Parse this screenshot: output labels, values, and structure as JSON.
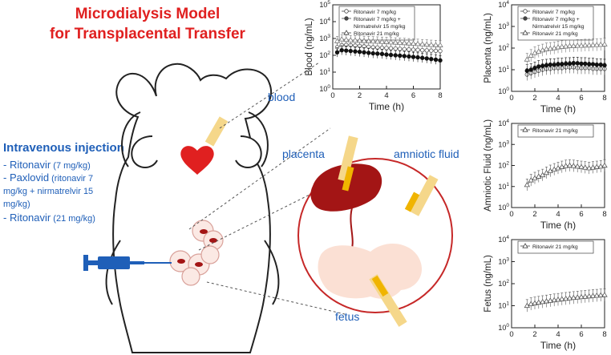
{
  "figure": {
    "title_line1": "Microdialysis Model",
    "title_line2": "for Transplacental Transfer",
    "labels": {
      "blood": "blood",
      "placenta": "placenta",
      "amniotic_fluid": "amniotic fluid",
      "fetus": "fetus"
    },
    "injection": {
      "heading": "Intravenous injection",
      "items": [
        {
          "main": "- Ritonavir",
          "detail": " (7 mg/kg)"
        },
        {
          "main": "- Paxlovid",
          "detail": " (ritonavir 7"
        },
        {
          "main": "",
          "detail": "mg/kg + nirmatrelvir 15"
        },
        {
          "main": "",
          "detail": "mg/kg)"
        },
        {
          "main": "- Ritonavir",
          "detail": " (21 mg/kg)"
        }
      ]
    },
    "colors": {
      "title": "#e02020",
      "label_blue": "#1f5fb8",
      "heart": "#e02020",
      "placenta": "#a31515",
      "syringe": "#1f5fb8",
      "probe": "#f5d78a"
    },
    "icons": [
      "rat-illustration",
      "heart-icon",
      "syringe-icon",
      "microdialysis-probe-icon",
      "fetus-illustration"
    ]
  },
  "chart_data": [
    {
      "type": "line",
      "id": "blood",
      "xlabel": "Time (h)",
      "ylabel": "Blood (ng/mL)",
      "xlim": [
        0,
        8
      ],
      "xticks": [
        "0",
        "2",
        "4",
        "6",
        "8"
      ],
      "ylim_log10": [
        0,
        5
      ],
      "yticks": [
        "10^0",
        "10^1",
        "10^2",
        "10^3",
        "10^4",
        "10^5"
      ],
      "legend": [
        "Ritonavir 7 mg/kg",
        "Ritonavir 7 mg/kg +",
        "Nirmatrelvir 15 mg/kg",
        "Ritonavir 21 mg/kg"
      ],
      "legend_position": "top",
      "series": [
        {
          "name": "Ritonavir 7 mg/kg",
          "marker": "open-circle",
          "x": [
            0.33,
            0.67,
            1,
            1.33,
            1.67,
            2,
            2.33,
            2.67,
            3,
            3.33,
            3.67,
            4,
            4.33,
            4.67,
            5,
            5.33,
            5.67,
            6,
            6.33,
            6.67,
            7,
            7.33,
            7.67,
            8
          ],
          "y": [
            300,
            400,
            420,
            400,
            380,
            360,
            340,
            320,
            300,
            290,
            280,
            270,
            260,
            250,
            240,
            230,
            220,
            215,
            210,
            200,
            195,
            190,
            185,
            180
          ]
        },
        {
          "name": "Ritonavir 7 mg/kg + Nirmatrelvir 15 mg/kg",
          "marker": "filled-circle",
          "x": [
            0.33,
            0.67,
            1,
            1.33,
            1.67,
            2,
            2.33,
            2.67,
            3,
            3.33,
            3.67,
            4,
            4.33,
            4.67,
            5,
            5.33,
            5.67,
            6,
            6.33,
            6.67,
            7,
            7.33,
            7.67,
            8
          ],
          "y": [
            150,
            200,
            190,
            180,
            170,
            160,
            150,
            140,
            130,
            125,
            120,
            110,
            105,
            100,
            95,
            90,
            85,
            80,
            75,
            70,
            65,
            60,
            55,
            50
          ]
        },
        {
          "name": "Ritonavir 21 mg/kg",
          "marker": "open-triangle",
          "x": [
            0.33,
            0.67,
            1,
            1.33,
            1.67,
            2,
            2.33,
            2.67,
            3,
            3.33,
            3.67,
            4,
            4.33,
            4.67,
            5,
            5.33,
            5.67,
            6,
            6.33,
            6.67,
            7,
            7.33,
            7.67,
            8
          ],
          "y": [
            700,
            900,
            850,
            800,
            780,
            750,
            720,
            700,
            680,
            660,
            640,
            620,
            600,
            580,
            560,
            540,
            520,
            500,
            480,
            460,
            440,
            420,
            410,
            400
          ]
        }
      ]
    },
    {
      "type": "line",
      "id": "placenta",
      "xlabel": "Time (h)",
      "ylabel": "Placenta (ng/mL)",
      "xlim": [
        0,
        8
      ],
      "xticks": [
        "0",
        "2",
        "4",
        "6",
        "8"
      ],
      "ylim_log10": [
        0,
        4
      ],
      "yticks": [
        "10^0",
        "10^1",
        "10^2",
        "10^3",
        "10^4"
      ],
      "legend": [
        "Ritonavir 7 mg/kg",
        "Ritonavir 7 mg/kg +",
        "Nirmatrelvir 15 mg/kg",
        "Ritonavir 21 mg/kg"
      ],
      "legend_position": "top",
      "series": [
        {
          "name": "Ritonavir 7 mg/kg",
          "marker": "open-circle",
          "x": [
            1.33,
            1.67,
            2,
            2.33,
            2.67,
            3,
            3.33,
            3.67,
            4,
            4.33,
            4.67,
            5,
            5.33,
            5.67,
            6,
            6.33,
            6.67,
            7,
            7.33,
            7.67,
            8
          ],
          "y": [
            6,
            7,
            8,
            9,
            10,
            11,
            11,
            12,
            12,
            12,
            13,
            13,
            13,
            12,
            12,
            12,
            12,
            11,
            11,
            11,
            11
          ]
        },
        {
          "name": "Ritonavir 7 mg/kg + Nirmatrelvir 15 mg/kg",
          "marker": "filled-circle",
          "x": [
            1.33,
            1.67,
            2,
            2.33,
            2.67,
            3,
            3.33,
            3.67,
            4,
            4.33,
            4.67,
            5,
            5.33,
            5.67,
            6,
            6.33,
            6.67,
            7,
            7.33,
            7.67,
            8
          ],
          "y": [
            9,
            10,
            12,
            14,
            15,
            16,
            17,
            17,
            18,
            18,
            19,
            19,
            20,
            20,
            19,
            19,
            18,
            18,
            17,
            17,
            16
          ]
        },
        {
          "name": "Ritonavir 21 mg/kg",
          "marker": "open-triangle",
          "x": [
            1.33,
            1.67,
            2,
            2.33,
            2.67,
            3,
            3.33,
            3.67,
            4,
            4.33,
            4.67,
            5,
            5.33,
            5.67,
            6,
            6.33,
            6.67,
            7,
            7.33,
            7.67,
            8
          ],
          "y": [
            30,
            45,
            60,
            70,
            80,
            90,
            95,
            100,
            110,
            115,
            120,
            125,
            125,
            130,
            130,
            135,
            135,
            140,
            140,
            145,
            150
          ]
        }
      ]
    },
    {
      "type": "line",
      "id": "amniotic-fluid",
      "xlabel": "Time (h)",
      "ylabel": "Amniotic Fluid (ng/mL)",
      "xlim": [
        0,
        8
      ],
      "xticks": [
        "0",
        "2",
        "4",
        "6",
        "8"
      ],
      "ylim_log10": [
        0,
        4
      ],
      "yticks": [
        "10^0",
        "10^1",
        "10^2",
        "10^3",
        "10^4"
      ],
      "legend": [
        "Ritonavir 21 mg/kg"
      ],
      "legend_position": "top",
      "series": [
        {
          "name": "Ritonavir 21 mg/kg",
          "marker": "open-triangle",
          "x": [
            1.33,
            1.67,
            2,
            2.33,
            2.67,
            3,
            3.33,
            3.67,
            4,
            4.33,
            4.67,
            5,
            5.33,
            5.67,
            6,
            6.33,
            6.67,
            7,
            7.33,
            7.67,
            8
          ],
          "y": [
            12,
            20,
            25,
            30,
            35,
            45,
            55,
            65,
            75,
            85,
            95,
            100,
            95,
            90,
            85,
            80,
            75,
            80,
            85,
            90,
            100
          ]
        }
      ]
    },
    {
      "type": "line",
      "id": "fetus",
      "xlabel": "Time (h)",
      "ylabel": "Fetus (ng/mL)",
      "xlim": [
        0,
        8
      ],
      "xticks": [
        "0",
        "2",
        "4",
        "6",
        "8"
      ],
      "ylim_log10": [
        0,
        4
      ],
      "yticks": [
        "10^0",
        "10^1",
        "10^2",
        "10^3",
        "10^4"
      ],
      "legend": [
        "Ritonavir 21 mg/kg"
      ],
      "legend_position": "top",
      "series": [
        {
          "name": "Ritonavir 21 mg/kg",
          "marker": "open-triangle",
          "x": [
            1.33,
            1.67,
            2,
            2.33,
            2.67,
            3,
            3.33,
            3.67,
            4,
            4.33,
            4.67,
            5,
            5.33,
            5.67,
            6,
            6.33,
            6.67,
            7,
            7.33,
            7.67,
            8
          ],
          "y": [
            10,
            12,
            13,
            14,
            15,
            16,
            17,
            18,
            19,
            20,
            21,
            22,
            23,
            24,
            25,
            26,
            27,
            28,
            29,
            30,
            31
          ]
        }
      ]
    }
  ]
}
